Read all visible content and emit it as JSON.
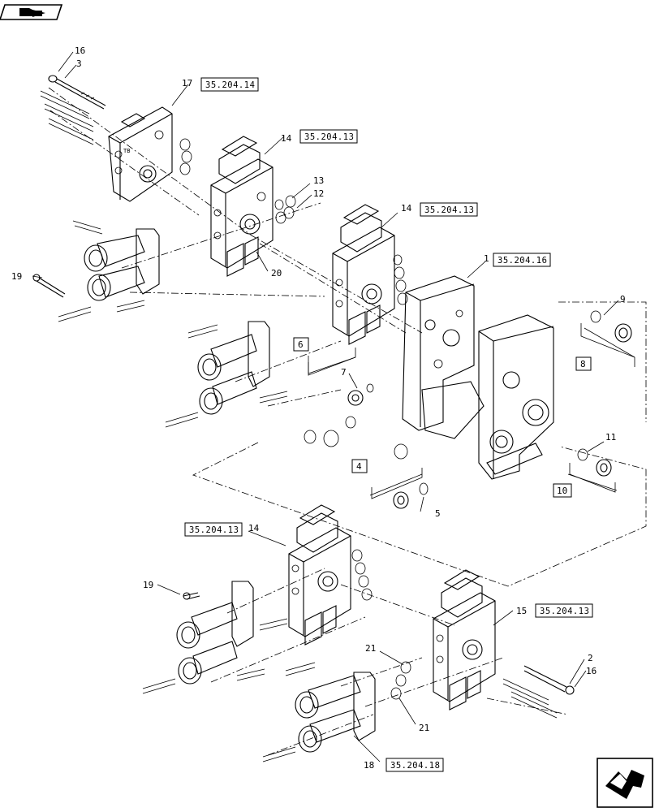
{
  "top_nav": {
    "icon": "folder-back-icon"
  },
  "bottom_nav": {
    "icon": "next-page-arrow-icon"
  },
  "callouts": {
    "c16_top": "16",
    "c3": "3",
    "c17": "17",
    "c14_a": "14",
    "c13": "13",
    "c12": "12",
    "c14_b": "14",
    "c19_top": "19",
    "c20": "20",
    "c1": "1",
    "c9": "9",
    "c6": "6",
    "c7": "7",
    "c8": "8",
    "c11": "11",
    "c4": "4",
    "c5": "5",
    "c10": "10",
    "c14_c": "14",
    "c19_bottom": "19",
    "c15": "15",
    "c2": "2",
    "c16_bottom": "16",
    "c21_a": "21",
    "c21_b": "21",
    "c18": "18"
  },
  "references": {
    "r17": "35.204.14",
    "r14_a": "35.204.13",
    "r14_b": "35.204.13",
    "r1": "35.204.16",
    "r14_c": "35.204.13",
    "r15": "35.204.13",
    "r18": "35.204.18"
  }
}
